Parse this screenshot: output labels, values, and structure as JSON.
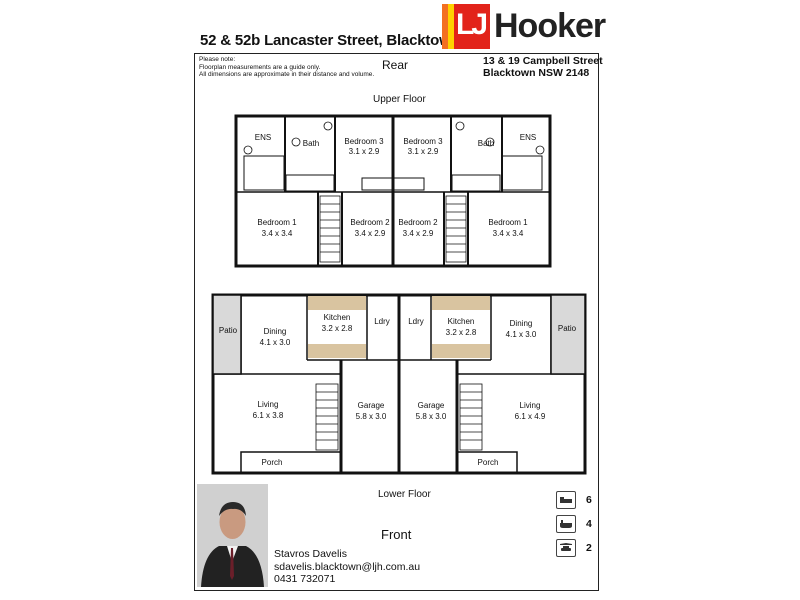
{
  "header": {
    "title": "52 & 52b Lancaster Street, Blacktown",
    "logo_mark": "LJ",
    "logo_word": "Hooker"
  },
  "notes": [
    "Please note:",
    "Floorplan measurements are a guide only.",
    "All dimensions are approximate in their distance and volume."
  ],
  "rear_label": "Rear",
  "office_address": [
    "13 & 19 Campbell Street",
    "Blacktown NSW 2148"
  ],
  "upper_floor": {
    "label": "Upper Floor",
    "rooms": [
      {
        "name": "ENS",
        "dims": ""
      },
      {
        "name": "Bath",
        "dims": ""
      },
      {
        "name": "Bedroom 3",
        "dims": "3.1 x 2.9"
      },
      {
        "name": "Bedroom 3",
        "dims": "3.1 x 2.9"
      },
      {
        "name": "Bath",
        "dims": ""
      },
      {
        "name": "ENS",
        "dims": ""
      },
      {
        "name": "Bedroom 1",
        "dims": "3.4 x 3.4"
      },
      {
        "name": "Bedroom 2",
        "dims": "3.4 x 2.9"
      },
      {
        "name": "Bedroom 2",
        "dims": "3.4 x 2.9"
      },
      {
        "name": "Bedroom 1",
        "dims": "3.4 x 3.4"
      }
    ]
  },
  "lower_floor": {
    "label": "Lower Floor",
    "rooms": [
      {
        "name": "Patio",
        "dims": ""
      },
      {
        "name": "Dining",
        "dims": "4.1 x 3.0"
      },
      {
        "name": "Kitchen",
        "dims": "3.2 x 2.8"
      },
      {
        "name": "Ldry",
        "dims": ""
      },
      {
        "name": "Ldry",
        "dims": ""
      },
      {
        "name": "Kitchen",
        "dims": "3.2 x 2.8"
      },
      {
        "name": "Dining",
        "dims": "4.1 x 3.0"
      },
      {
        "name": "Patio",
        "dims": ""
      },
      {
        "name": "Living",
        "dims": "6.1 x 3.8"
      },
      {
        "name": "Garage",
        "dims": "5.8 x 3.0"
      },
      {
        "name": "Garage",
        "dims": "5.8 x 3.0"
      },
      {
        "name": "Living",
        "dims": "6.1 x 4.9"
      },
      {
        "name": "Porch",
        "dims": ""
      },
      {
        "name": "Porch",
        "dims": ""
      }
    ]
  },
  "front_label": "Front",
  "agent": {
    "name": "Stavros Davelis",
    "email": "sdavelis.blacktown@ljh.com.au",
    "phone": "0431 732071"
  },
  "features": [
    {
      "icon": "bed-icon",
      "count": "6"
    },
    {
      "icon": "bath-icon",
      "count": "4"
    },
    {
      "icon": "car-icon",
      "count": "2"
    }
  ]
}
